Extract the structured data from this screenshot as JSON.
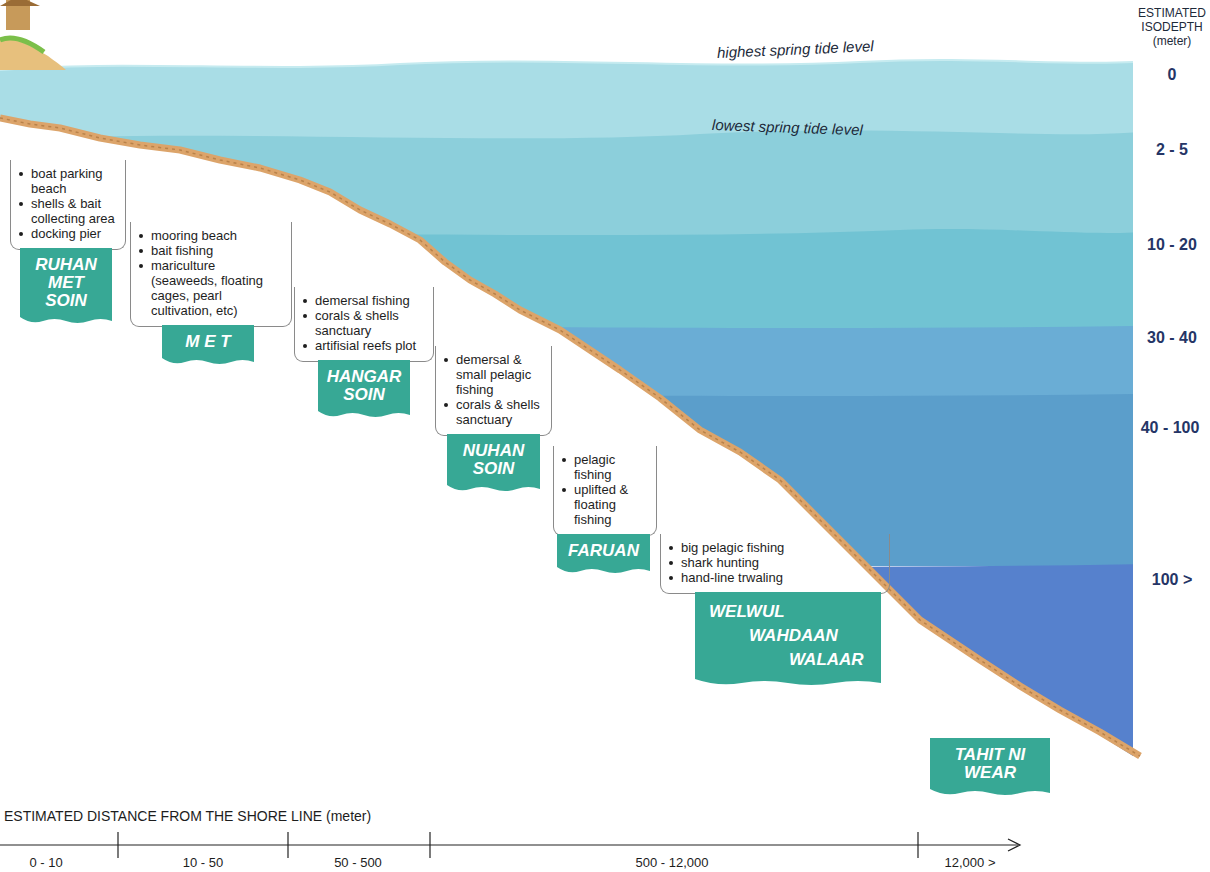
{
  "diagram": {
    "nodes": [
      {
        "text": [
          "boat parking beach",
          "shells & bait collecting area",
          "docking pier"
        ]
      },
      {
        "text": [
          "RUHAN MET SOIN"
        ]
      },
      {
        "text": [
          "mooring beach",
          "bait fishing",
          "mariculture (seaweeds, floating cages, pearl cultivation, etc)"
        ]
      },
      {
        "text": [
          "M E T"
        ]
      },
      {
        "text": [
          "demersal fishing",
          "corals & shells sanctuary",
          "artifisial reefs plot"
        ]
      },
      {
        "text": [
          "HANGAR SOIN"
        ]
      },
      {
        "text": [
          "demersal & small pelagic fishing",
          "corals & shells sanctuary"
        ]
      },
      {
        "text": [
          "NUHAN SOIN"
        ]
      },
      {
        "text": [
          "pelagic fishing",
          "uplifted & floating fishing"
        ]
      },
      {
        "text": [
          "FARUAN"
        ]
      },
      {
        "text": [
          "big pelagic fishing",
          "shark hunting",
          "hand-line trwaling"
        ]
      },
      {
        "text": [
          "WELWUL",
          "WAHDAAN",
          "WALAAR"
        ]
      },
      {
        "text": [
          "TAHIT NI WEAR"
        ]
      }
    ],
    "labels": [
      "highest spring tide level",
      "lowest spring tide level",
      "ESTIMATED ISODEPTH (meter)",
      "0",
      "2 - 5",
      "10 - 20",
      "30 - 40",
      "40 - 100",
      "100 >",
      "ESTIMATED DISTANCE FROM THE SHORE LINE (meter)",
      "0 - 10",
      "10 - 50",
      "50 - 500",
      "500 - 12,000",
      "12,000 >"
    ]
  }
}
